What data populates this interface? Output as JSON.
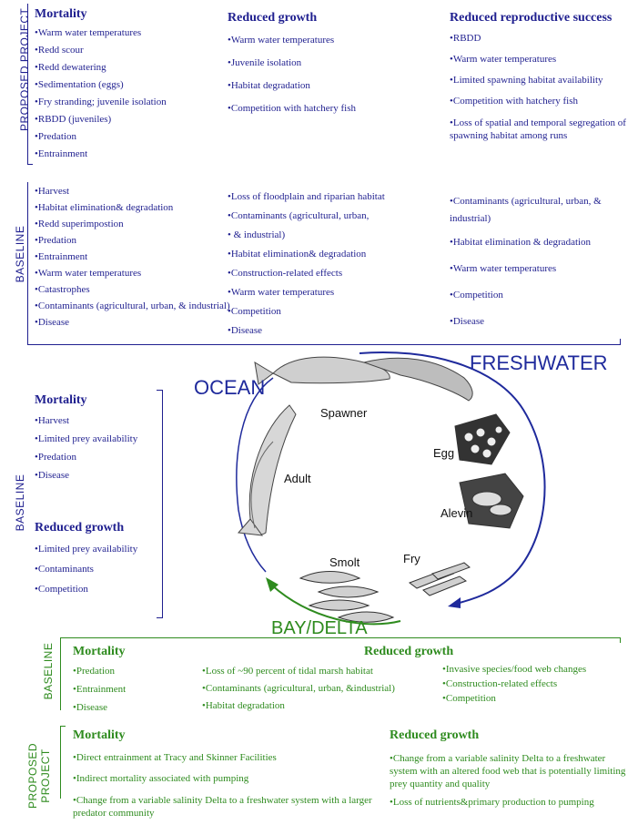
{
  "freshwater": {
    "title": "FRESHWATER",
    "proposed_label": "PROPOSED PROJECT",
    "baseline_label": "BASELINE",
    "proposed": {
      "mortality": {
        "header": "Mortality",
        "items": [
          "•Warm water temperatures",
          "•Redd scour",
          "•Redd dewatering",
          "•Sedimentation (eggs)",
          "•Fry stranding; juvenile isolation",
          "•RBDD (juveniles)",
          "•Predation",
          "•Entrainment"
        ]
      },
      "growth": {
        "header": "Reduced growth",
        "items": [
          "•Warm water temperatures",
          "•Juvenile isolation",
          "•Habitat degradation",
          "•Competition with hatchery fish"
        ]
      },
      "repro": {
        "header": "Reduced reproductive success",
        "items": [
          "•RBDD",
          "•Warm water temperatures",
          "•Limited spawning habitat availability",
          "•Competition with hatchery fish",
          "•Loss of spatial and temporal segregation of spawning habitat among runs"
        ]
      }
    },
    "baseline": {
      "col1": [
        "•Harvest",
        "•Habitat elimination& degradation",
        "•Redd superimpostion",
        "•Predation",
        "•Entrainment",
        "•Warm water temperatures",
        "•Catastrophes",
        "•Contaminants (agricultural, urban, & industrial)",
        "•Disease"
      ],
      "col2": [
        "•Loss of floodplain and riparian habitat",
        "•Contaminants (agricultural, urban,",
        "• & industrial)",
        "•Habitat elimination& degradation",
        "•Construction-related effects",
        "•Warm water temperatures",
        "•Competition",
        "•Disease"
      ],
      "col3": [
        "•Contaminants (agricultural, urban, & industrial)",
        "•Habitat elimination & degradation",
        "•Warm water temperatures",
        "•Competition",
        "•Disease"
      ]
    }
  },
  "ocean": {
    "title": "OCEAN",
    "baseline_label": "BASELINE",
    "mortality": {
      "header": "Mortality",
      "items": [
        "•Harvest",
        "•Limited prey availability",
        "•Predation",
        "•Disease"
      ]
    },
    "growth": {
      "header": "Reduced growth",
      "items": [
        "•Limited prey availability",
        "•Contaminants",
        "•Competition"
      ]
    }
  },
  "lifecycle": {
    "stages": {
      "spawner": "Spawner",
      "egg": "Egg",
      "alevin": "Alevin",
      "fry": "Fry",
      "smolt": "Smolt",
      "adult": "Adult"
    }
  },
  "bay": {
    "title": "BAY/DELTA",
    "baseline_label": "BASELINE",
    "proposed_label": "PROPOSED PROJECT",
    "baseline": {
      "mortality_header": "Mortality",
      "mortality_items": [
        "•Predation",
        "•Entrainment",
        "•Disease"
      ],
      "growth_header": "Reduced growth",
      "growth_col1": [
        "•Loss of ~90 percent of tidal marsh habitat",
        "•Contaminants (agricultural, urban, &industrial)",
        "•Habitat degradation"
      ],
      "growth_col2": [
        "•Invasive species/food web changes",
        "•Construction-related effects",
        "•Competition"
      ]
    },
    "proposed": {
      "mortality_header": "Mortality",
      "mortality_items": [
        "•Direct entrainment at Tracy and Skinner Facilities",
        "•Indirect mortality associated with pumping",
        "•Change from a variable salinity Delta to a freshwater system with a larger predator community"
      ],
      "growth_header": "Reduced growth",
      "growth_items": [
        "•Change from a variable salinity Delta to a freshwater system with an altered food web that is potentially limiting prey quantity and quality",
        "•Loss of nutrients&primary production to pumping"
      ]
    },
    "colors": {
      "green": "#2e8b1e"
    }
  },
  "colors": {
    "blue": "#1f1f8f",
    "green": "#2e8b1e"
  }
}
